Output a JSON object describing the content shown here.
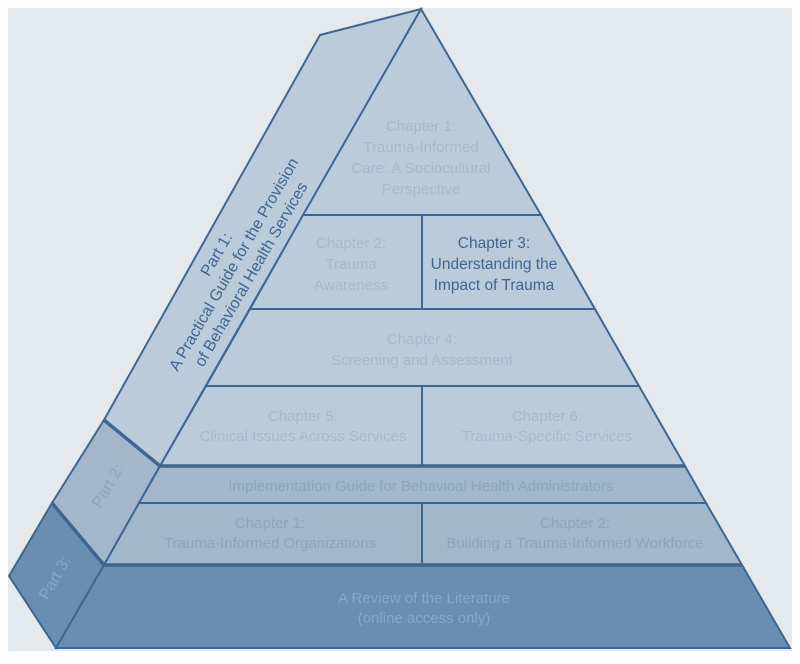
{
  "colors": {
    "background_panel": "#e4e9ee",
    "part1_fill": "#bccbda",
    "part2_fill": "#a3b7cc",
    "part3_fill": "#6a8db2",
    "stroke": "#3f6690",
    "muted_text_light": "#a9b9ca",
    "muted_text_mid": "#8ea5be",
    "muted_text_dark": "#8aa6c4",
    "highlight_text": "#3f6690"
  },
  "parts": {
    "part1": {
      "lines": [
        "Part 1:",
        "A Practical Guide for the Provision",
        "of Behavioral Health Services"
      ]
    },
    "part2": {
      "label": "Part 2:"
    },
    "part3": {
      "label": "Part 3:"
    }
  },
  "blocks": {
    "p1_ch1": {
      "lines": [
        "Chapter 1:",
        "Trauma-Informed",
        "Care: A Sociocultural",
        "Perspective"
      ],
      "highlighted": false
    },
    "p1_ch2": {
      "lines": [
        "Chapter 2:",
        "Trauma",
        "Awareness"
      ],
      "highlighted": false
    },
    "p1_ch3": {
      "lines": [
        "Chapter 3:",
        "Understanding the",
        "Impact of Trauma"
      ],
      "highlighted": true
    },
    "p1_ch4": {
      "lines": [
        "Chapter 4:",
        "Screening and Assessment"
      ],
      "highlighted": false
    },
    "p1_ch5": {
      "lines": [
        "Chapter 5:",
        "Clinical Issues Across Services"
      ],
      "highlighted": false
    },
    "p1_ch6": {
      "lines": [
        "Chapter 6:",
        "Trauma-Specific Services"
      ],
      "highlighted": false
    },
    "p2_header": {
      "lines": [
        "Implementation Guide for Behavioal Health Administrators"
      ],
      "highlighted": false
    },
    "p2_ch1": {
      "lines": [
        "Chapter 1:",
        "Trauma-Informed Organizations"
      ],
      "highlighted": false
    },
    "p2_ch2": {
      "lines": [
        "Chapter 2:",
        "Building a Trauma-Informed Workforce"
      ],
      "highlighted": false
    },
    "p3_lit": {
      "lines": [
        "A Review of the Literature",
        "(online access only)"
      ],
      "highlighted": false
    }
  }
}
